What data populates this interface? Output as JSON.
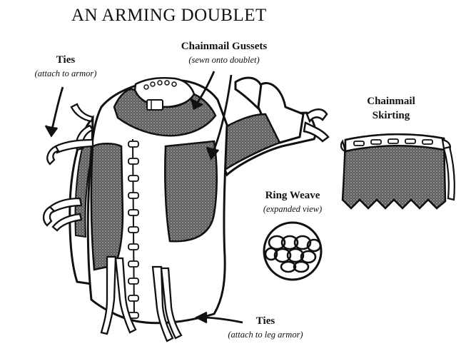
{
  "title": "An Arming Doublet",
  "labels": {
    "ties_top": {
      "name": "Ties",
      "note": "(attach to armor)"
    },
    "gussets": {
      "name": "Chainmail Gussets",
      "note": "(sewn onto doublet)"
    },
    "skirting": {
      "line1": "Chainmail",
      "line2": "Skirting"
    },
    "ring_weave": {
      "name": "Ring Weave",
      "note": "(expanded view)"
    },
    "ties_bottom": {
      "name": "Ties",
      "note": "(attach to leg armor)"
    }
  },
  "colors": {
    "ink": "#111111",
    "mail": "#8c8c8c",
    "cloth": "#ffffff"
  }
}
